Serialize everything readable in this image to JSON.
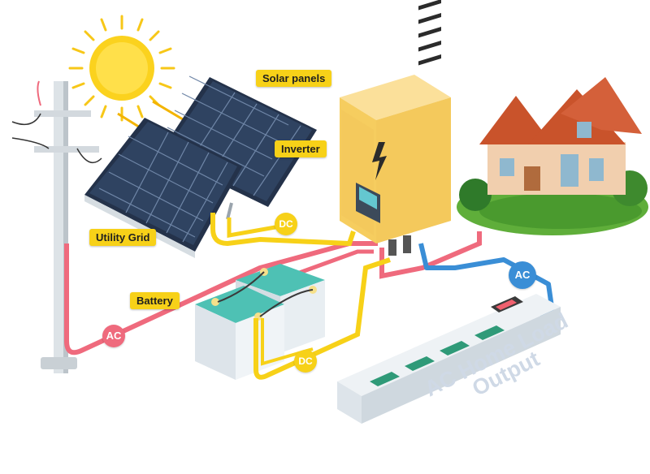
{
  "labels": {
    "solar_panels": "Solar panels",
    "inverter": "Inverter",
    "utility_grid": "Utility Grid",
    "battery": "Battery",
    "ac": "AC",
    "dc": "DC",
    "home_load_line1": "AC Home Load",
    "home_load_line2": "Output"
  },
  "colors": {
    "label_bg": "#f7d118",
    "ac_wire": "#ef6a7d",
    "home_wire": "#3a8ed6",
    "dc_wire": "#f7d118",
    "inverter_body": "#f4c95c",
    "battery_body": "#e8eef2",
    "battery_top": "#4ec1b4",
    "socket_green": "#2f9a78",
    "roof": "#c9532b"
  },
  "icons": [
    "sun-icon",
    "lightning-icon",
    "power-switch-icon",
    "outlet-icon"
  ]
}
